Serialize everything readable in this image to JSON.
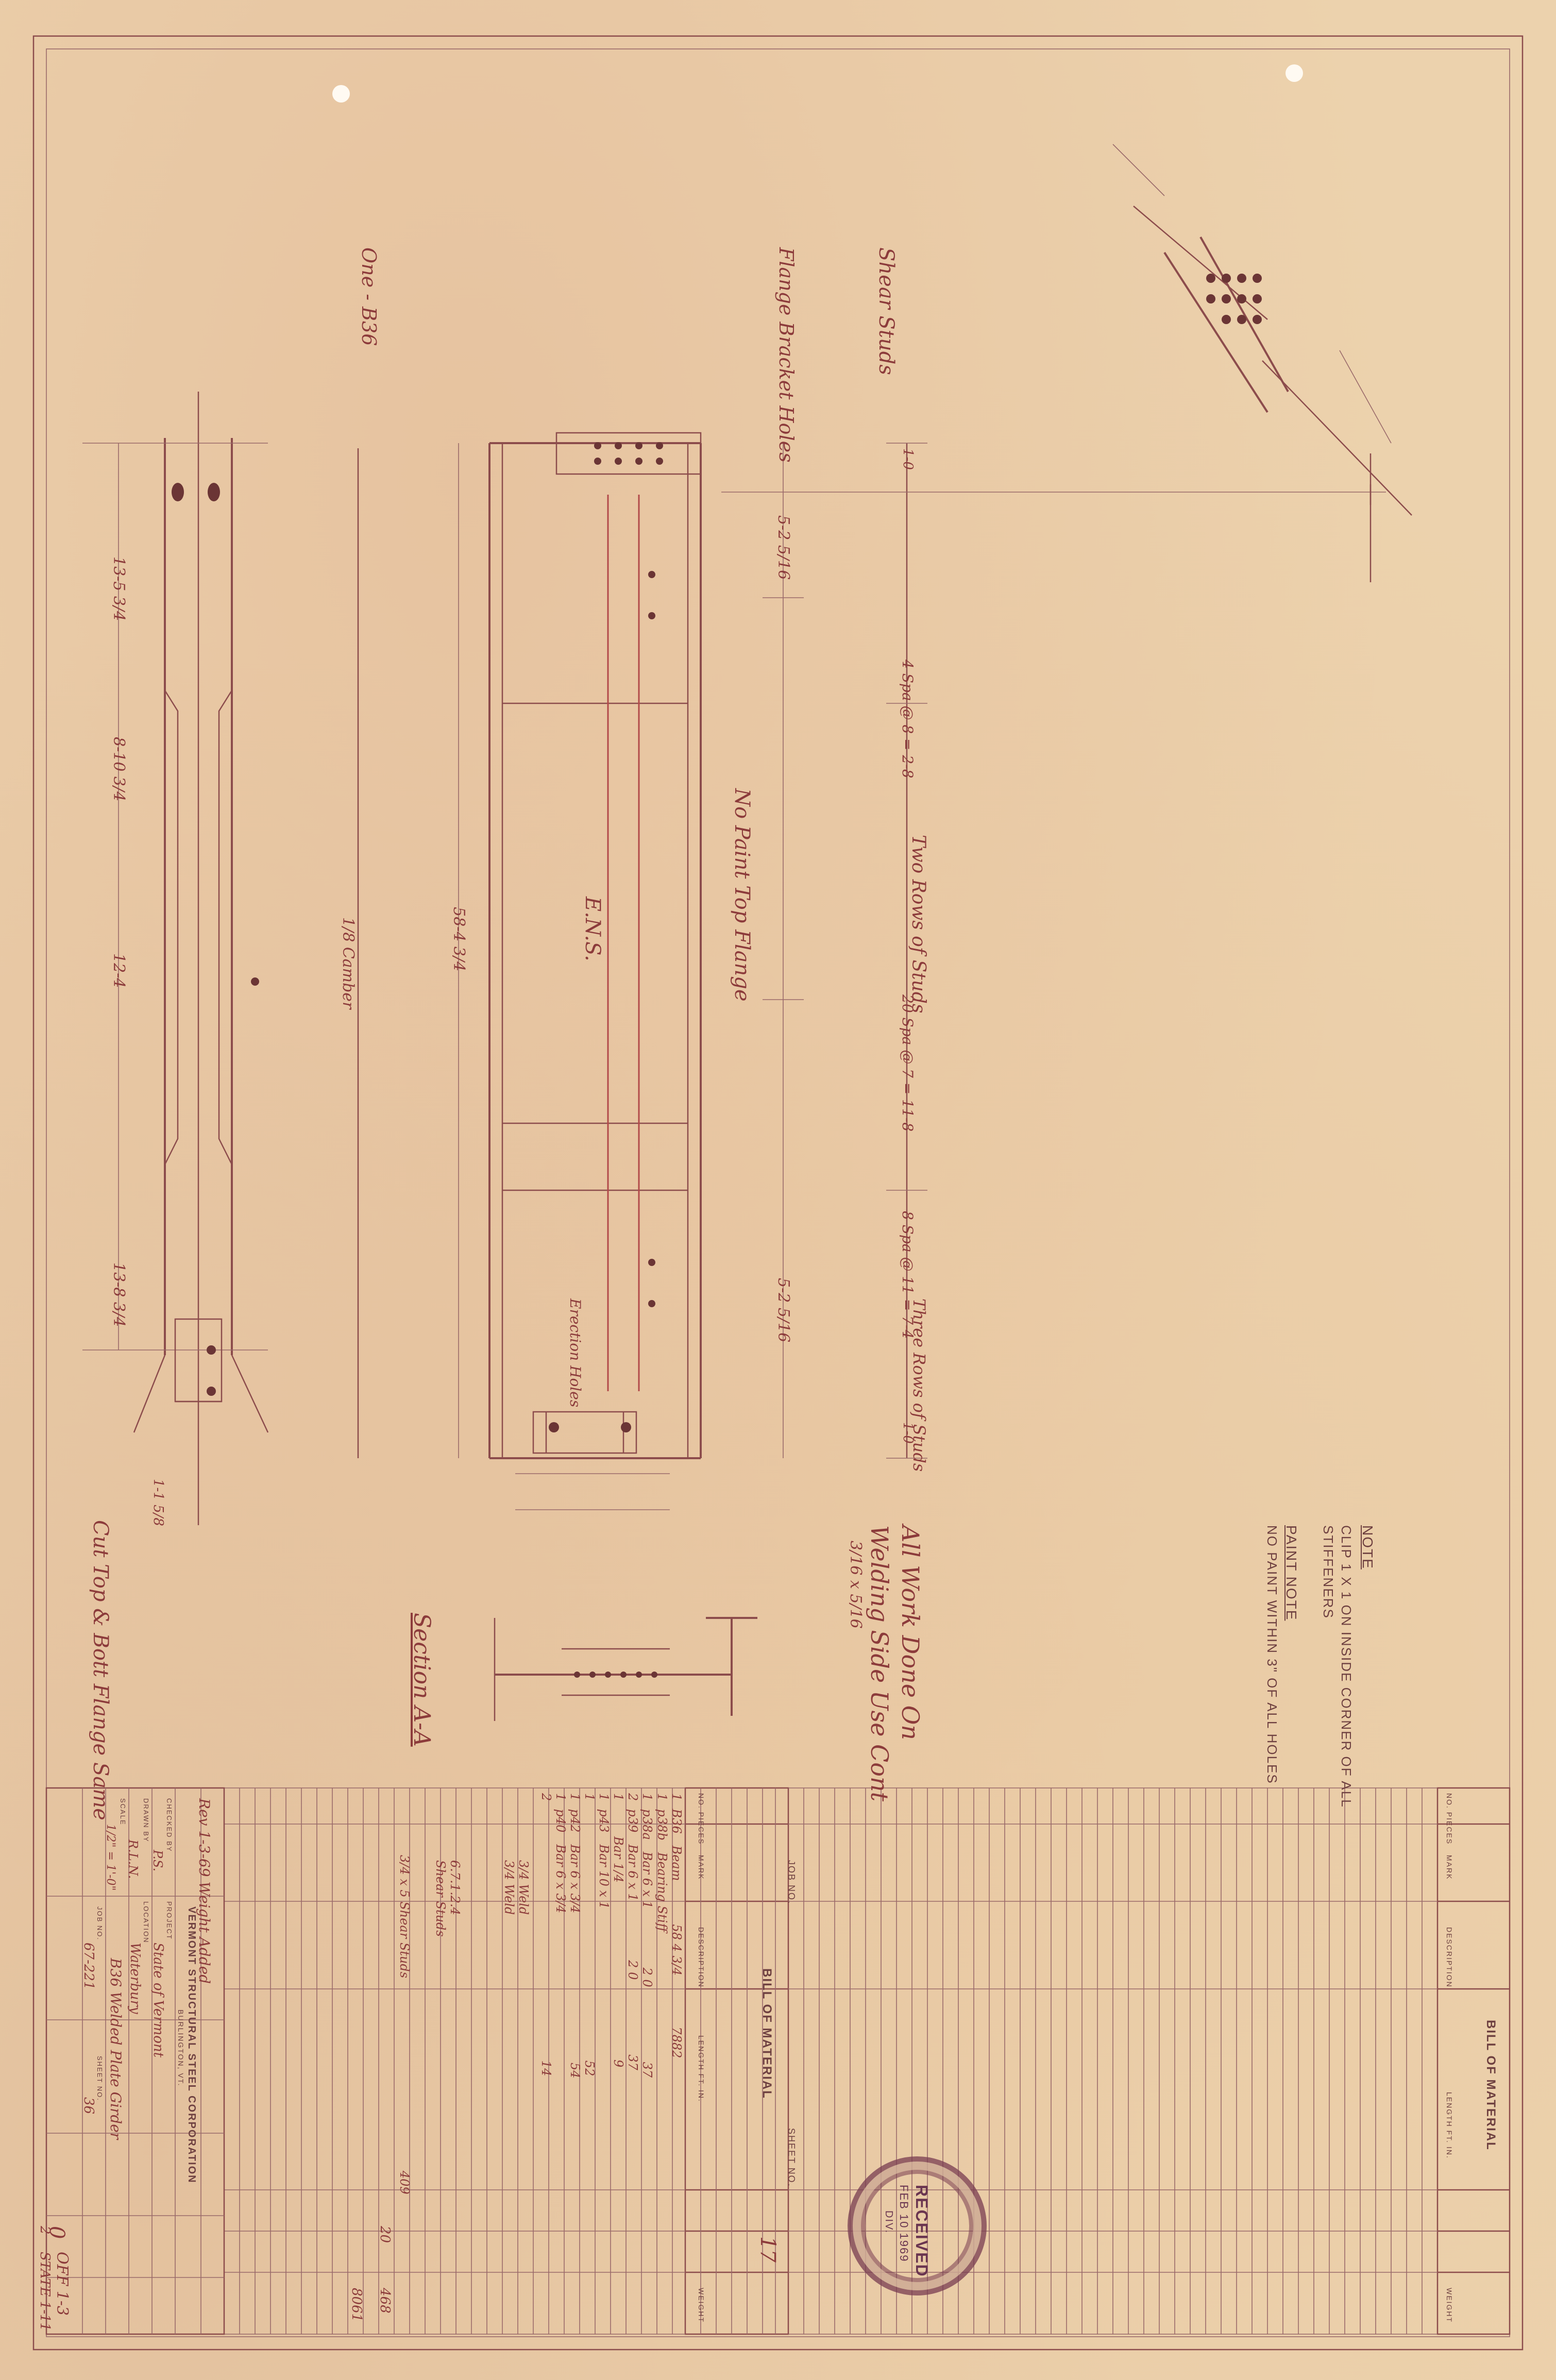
{
  "notes": {
    "note_title": "NOTE",
    "note_text": "CLIP 1 X 1 ON INSIDE CORNER OF ALL STIFFENERS",
    "paint_title": "PAINT NOTE",
    "paint_text": "NO PAINT WITHIN 3\" OF ALL HOLES"
  },
  "drawing": {
    "shear_studs": "Shear Studs",
    "fabricated_holes": "Erection Holes",
    "bracket_holes": "Flange Bracket Holes",
    "one_b36": "One - B36",
    "fabric_note": "No Paint Top Flange",
    "web_label": "E.N.S.",
    "camber": "1/8 Camber",
    "cut_note": "Cut Top & Bott Flange Same",
    "section": "Section A-A",
    "all_work_1": "All Work Done On",
    "all_work_2": "Welding Side Use Cont",
    "all_work_3": "3/16 x 5/16",
    "two_rows_1": "Two Rows of Studs",
    "two_rows_2": "Three Rows of Studs",
    "dims": [
      "1-0",
      "5-2 5/16",
      "4 Spa @ 8 = 2-8",
      "20 Spa @ 7 = 11-8",
      "8 Spa @ 11 = 7-4",
      "5-2 5/16",
      "1-0",
      "13-5 3/4",
      "8-10 3/4",
      "12-4",
      "13-8 3/4",
      "1-1 5/8",
      "58-4 3/4"
    ]
  },
  "bill_left": {
    "title": "BILL OF MATERIAL",
    "job_label": "JOB NO.",
    "sheet_label": "SHEET NO.",
    "sheet_value": "17",
    "headers": [
      "NO. PIECES",
      "MARK",
      "DESCRIPTION",
      "LENGTH FT. IN.",
      "",
      "WEIGHT"
    ],
    "rows": [
      [
        "1",
        "B36",
        "Beam",
        "58 4 3/4",
        "",
        "7882"
      ],
      [
        "1",
        "p38b",
        "Bearing Stiff",
        "",
        "",
        ""
      ],
      [
        "1",
        "p38a",
        "Bar 6 x 1",
        "2 0",
        "",
        "37"
      ],
      [
        "2",
        "p39",
        "Bar 6 x 1",
        "2 0",
        "",
        "37"
      ],
      [
        "1",
        "",
        "Bar 1/4",
        "",
        "",
        "9"
      ],
      [
        "1",
        "p43",
        "Bar 10 x 1",
        "",
        "",
        ""
      ],
      [
        "1",
        "",
        "",
        "",
        "",
        "52"
      ],
      [
        "1",
        "p42",
        "Bar 6 x 3/4",
        "",
        "",
        "54"
      ],
      [
        "1",
        "p40",
        "Bar 6 x 3/4",
        "",
        "",
        ""
      ],
      [
        "2",
        "",
        "",
        "",
        "",
        "14"
      ],
      [
        "",
        "",
        "3/4 Weld",
        "",
        "",
        ""
      ],
      [
        "",
        "",
        "3/4 Weld",
        "",
        "",
        ""
      ],
      [
        "",
        "",
        "6.7.1.2.4",
        "",
        "",
        ""
      ],
      [
        "",
        "",
        "Shear Studs",
        "",
        "",
        ""
      ],
      [
        "",
        "",
        "3/4 x 5 Shear Studs",
        "",
        "",
        "409"
      ]
    ],
    "totals": [
      "20",
      "8061",
      "468"
    ]
  },
  "title_block": {
    "rev": "Rev 1-3-69 Weight Added",
    "company": "VERMONT STRUCTURAL STEEL CORPORATION",
    "city": "BURLINGTON, VT.",
    "project_label": "PROJECT",
    "project": "State of Vermont",
    "location_label": "LOCATION",
    "location": "Waterbury",
    "drawn_label": "DRAWN BY",
    "drawn": "R.L.N.",
    "checked_label": "CHECKED BY",
    "checked": "P.S.",
    "scale_label": "SCALE",
    "scale": "1/2\" = 1'-0\"",
    "ident": "B36 Welded Plate Girder",
    "job_no": "67-221",
    "sheet_no": "36",
    "job_label": "JOB NO.",
    "sheet_label": "SHEET NO.",
    "box_no": "0",
    "box_text": "OFF 1-3",
    "bottom_num": "2",
    "bottom_text": "STATE 1-11"
  },
  "bill_right": {
    "title": "BILL OF MATERIAL",
    "headers": [
      "NO. PIECES",
      "MARK",
      "DESCRIPTION",
      "LENGTH FT. IN.",
      "WEIGHT"
    ]
  },
  "stamp": {
    "text": "RECEIVED",
    "date": "FEB 10 1969",
    "sub": "DIV."
  }
}
